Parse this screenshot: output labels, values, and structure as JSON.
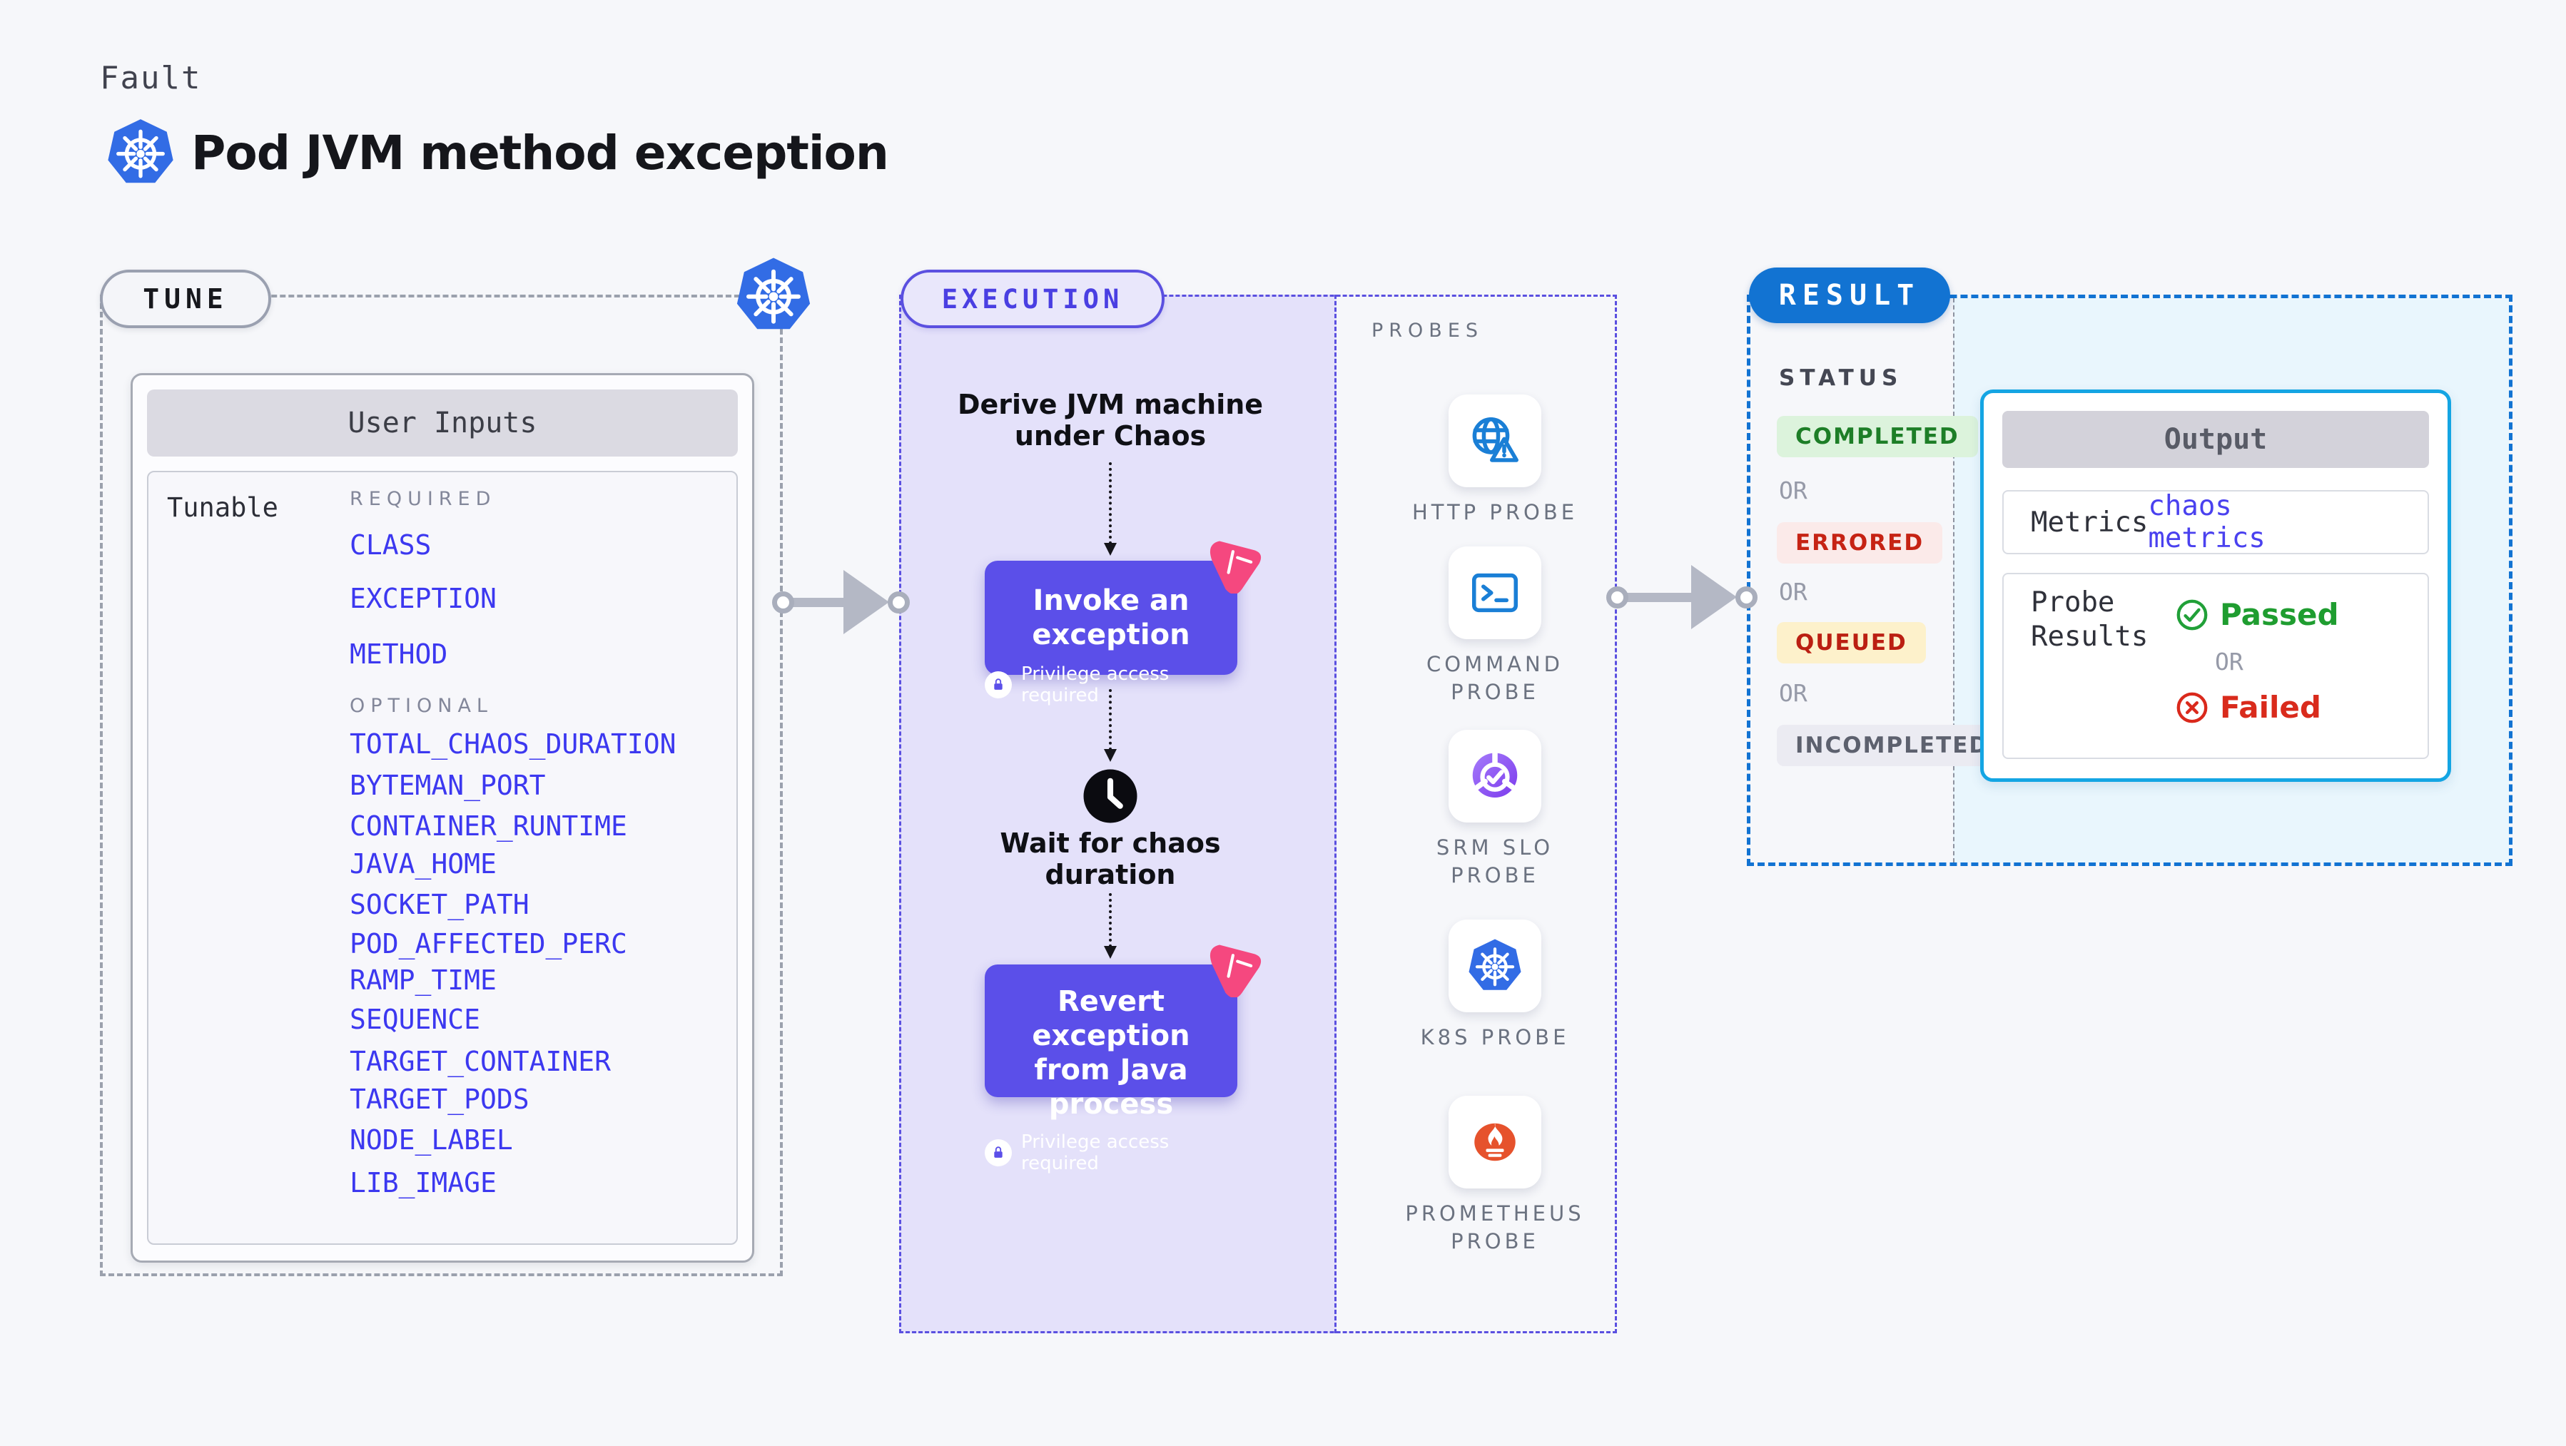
{
  "header": {
    "category": "Fault",
    "title": "Pod JVM method exception"
  },
  "tune": {
    "badge": "TUNE",
    "user_inputs": {
      "header": "User Inputs",
      "row_label": "Tunable",
      "required_label": "REQUIRED",
      "optional_label": "OPTIONAL",
      "required": [
        "CLASS",
        "EXCEPTION",
        "METHOD"
      ],
      "optional": [
        "TOTAL_CHAOS_DURATION",
        "BYTEMAN_PORT",
        "CONTAINER_RUNTIME",
        "JAVA_HOME",
        "SOCKET_PATH",
        "POD_AFFECTED_PERC",
        "RAMP_TIME",
        "SEQUENCE",
        "TARGET_CONTAINER",
        "TARGET_PODS",
        "NODE_LABEL",
        "LIB_IMAGE"
      ]
    }
  },
  "execution": {
    "badge": "EXECUTION",
    "derive_lines": [
      "Derive JVM machine",
      "under Chaos"
    ],
    "invoke": {
      "title": "Invoke an exception",
      "note": "Privilege access required"
    },
    "wait_lines": [
      "Wait for chaos",
      "duration"
    ],
    "revert": {
      "title_lines": [
        "Revert exception",
        "from Java process"
      ],
      "note": "Privilege access required"
    },
    "probes": {
      "label": "PROBES",
      "items": [
        {
          "name": "HTTP PROBE",
          "icon": "globe-alert-icon"
        },
        {
          "name": "COMMAND PROBE",
          "icon": "terminal-icon"
        },
        {
          "name": "SRM SLO PROBE",
          "icon": "gauge-check-icon"
        },
        {
          "name": "K8S PROBE",
          "icon": "kubernetes-icon"
        },
        {
          "name": "PROMETHEUS PROBE",
          "icon": "prometheus-icon"
        }
      ]
    }
  },
  "result": {
    "badge": "RESULT",
    "status": {
      "label": "STATUS",
      "or": "OR",
      "badges": [
        {
          "label": "COMPLETED",
          "fg": "#1d7e27",
          "bg": "#dcf3dc"
        },
        {
          "label": "ERRORED",
          "fg": "#c62314",
          "bg": "#fbeae9"
        },
        {
          "label": "QUEUED",
          "fg": "#bb1f12",
          "bg": "#fdf1cb"
        },
        {
          "label": "INCOMPLETED",
          "fg": "#5d616e",
          "bg": "#ebebf2"
        }
      ]
    },
    "output": {
      "header": "Output",
      "metrics_label": "Metrics",
      "metrics_value": "chaos metrics",
      "probe_results_lines": [
        "Probe",
        "Results"
      ],
      "passed": "Passed",
      "or": "OR",
      "failed": "Failed"
    }
  },
  "colors": {
    "page_bg": "#f6f7fa",
    "accent_indigo": "#5b4fe9",
    "execution_fill": "#e4e1fa",
    "param_blue": "#3c38f0",
    "kubernetes_blue": "#326ce5",
    "result_blue": "#1273d2",
    "result_fill": "#e9f6fd",
    "output_border": "#14a5e3",
    "passed_green": "#1f9d30",
    "failed_red": "#d92b1c",
    "litmus_pink": "#f5487f",
    "prometheus_orange": "#e6522c",
    "probe_icon_blue": "#1a7fd6",
    "srm_purple": "#8a5cf5",
    "arrow_gray": "#b4b8c5",
    "tune_dash_gray": "#9ba1ad"
  }
}
